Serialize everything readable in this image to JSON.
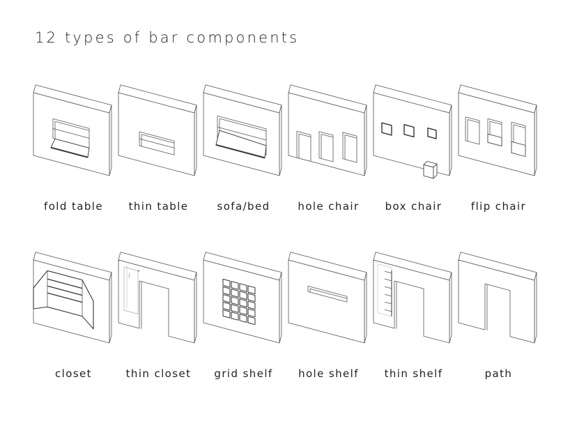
{
  "title": "12 types of bar components",
  "components": [
    {
      "label": "fold table"
    },
    {
      "label": "thin table"
    },
    {
      "label": "sofa/bed"
    },
    {
      "label": "hole chair"
    },
    {
      "label": "box chair"
    },
    {
      "label": "flip chair"
    },
    {
      "label": "closet"
    },
    {
      "label": "thin closet"
    },
    {
      "label": "grid shelf"
    },
    {
      "label": "hole shelf"
    },
    {
      "label": "thin shelf"
    },
    {
      "label": "path"
    }
  ]
}
